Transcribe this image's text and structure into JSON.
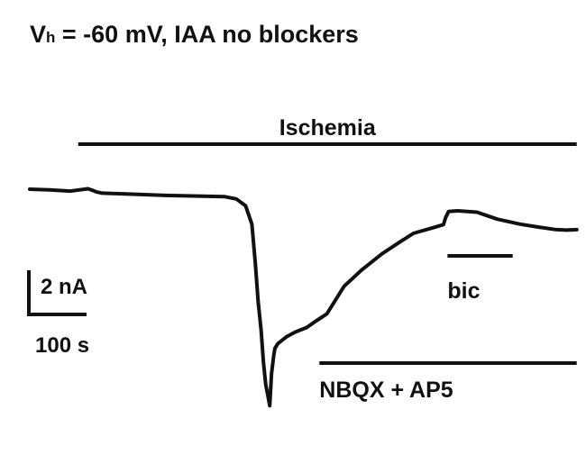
{
  "chart_data": {
    "type": "line",
    "title": {
      "v": "V",
      "sub": "h",
      "rest": " = -60 mV, IAA no blockers"
    },
    "xlabel": "",
    "ylabel": "",
    "grid": false,
    "color": "#111111",
    "scale_bar": {
      "current_label": "2 nA",
      "current_value_nA": 2,
      "time_label": "100 s",
      "time_value_s": 100
    },
    "annotations": [
      {
        "id": "ischemia",
        "label": "Ischemia",
        "start_s": 84,
        "end_s": 948
      },
      {
        "id": "bic",
        "label": "bic",
        "start_s": 724,
        "end_s": 837
      },
      {
        "id": "nbqx",
        "label": "NBQX + AP5",
        "start_s": 502,
        "end_s": 948
      }
    ],
    "series": [
      {
        "x": [
          0,
          34,
          70,
          101,
          109,
          116,
          126,
          150,
          235,
          337,
          358,
          374,
          385,
          391,
          396,
          401,
          405,
          409,
          413,
          416,
          419,
          423,
          425,
          430,
          445,
          460,
          480,
          497,
          515,
          530,
          545,
          575,
          610,
          640,
          665,
          700,
          717,
          721,
          726,
          741,
          775,
          810,
          850,
          880,
          910,
          930,
          948
        ],
        "y": [
          -0.08,
          -0.11,
          -0.16,
          -0.06,
          -0.13,
          -0.2,
          -0.25,
          -0.27,
          -0.35,
          -0.4,
          -0.5,
          -0.8,
          -1.6,
          -3.3,
          -5.0,
          -6.2,
          -7.6,
          -8.6,
          -9.1,
          -9.5,
          -8.1,
          -7.3,
          -7.0,
          -6.8,
          -6.5,
          -6.3,
          -6.1,
          -5.8,
          -5.5,
          -4.9,
          -4.3,
          -3.6,
          -2.9,
          -2.4,
          -2.0,
          -1.75,
          -1.62,
          -1.3,
          -1.05,
          -1.02,
          -1.08,
          -1.38,
          -1.6,
          -1.72,
          -1.83,
          -1.86,
          -1.84
        ]
      }
    ]
  }
}
